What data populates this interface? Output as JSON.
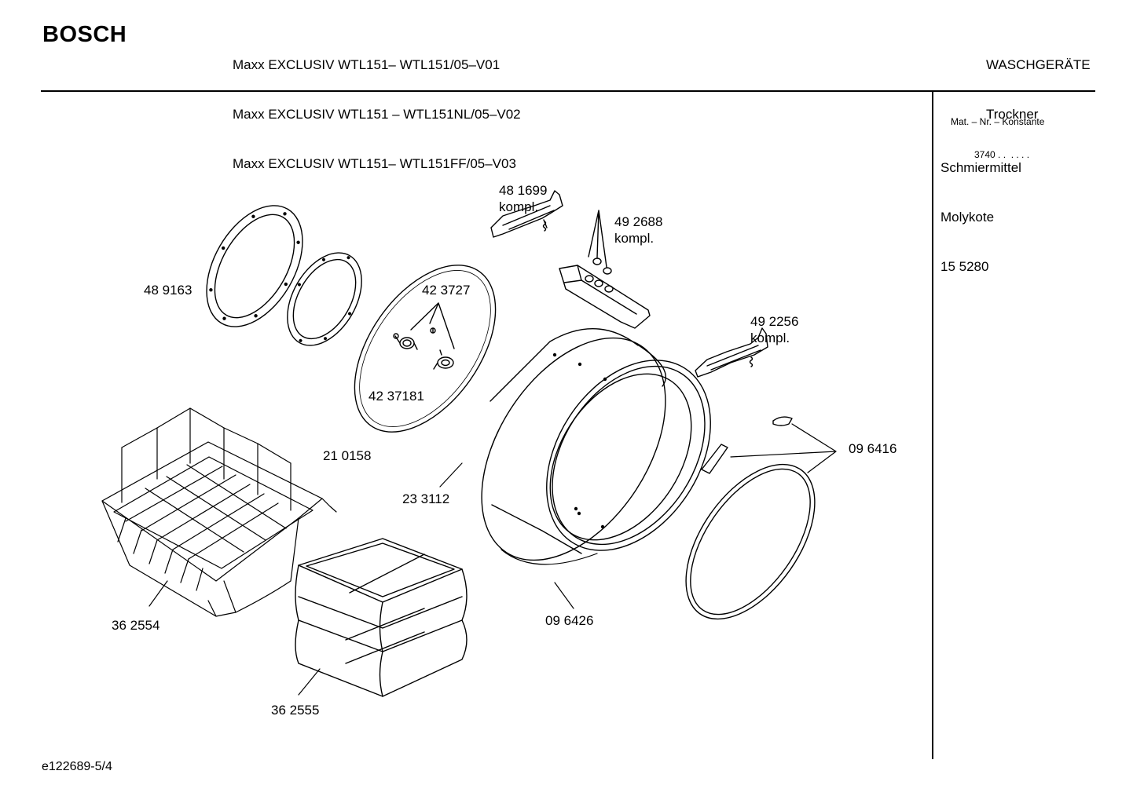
{
  "header": {
    "brand": "BOSCH",
    "models": [
      "Maxx EXCLUSIV WTL151– WTL151/05–V01",
      "Maxx EXCLUSIV WTL151 – WTL151NL/05–V02",
      "Maxx EXCLUSIV WTL151– WTL151FF/05–V03"
    ],
    "category": "WASCHGERÄTE",
    "subcategory": "Trockner"
  },
  "sidebar": {
    "mat_nr_label": "Mat. – Nr. – Konstante",
    "mat_nr_value": "3740 . .  . . . .",
    "lubricant": [
      "Schmiermittel",
      "Molykote",
      "15 5280"
    ]
  },
  "parts": [
    {
      "number": "48 1699",
      "note": "kompl."
    },
    {
      "number": "49 2688",
      "note": "kompl."
    },
    {
      "number": "49 2256",
      "note": "kompl."
    },
    {
      "number": "48 9163",
      "note": ""
    },
    {
      "number": "42 3727",
      "note": ""
    },
    {
      "number": "42 37181",
      "note": ""
    },
    {
      "number": "21 0158",
      "note": ""
    },
    {
      "number": "23 3112",
      "note": ""
    },
    {
      "number": "09 6416",
      "note": ""
    },
    {
      "number": "09 6426",
      "note": ""
    },
    {
      "number": "36 2554",
      "note": ""
    },
    {
      "number": "36 2555",
      "note": ""
    }
  ],
  "footer": {
    "drawing_id": "e122689-5/4"
  }
}
